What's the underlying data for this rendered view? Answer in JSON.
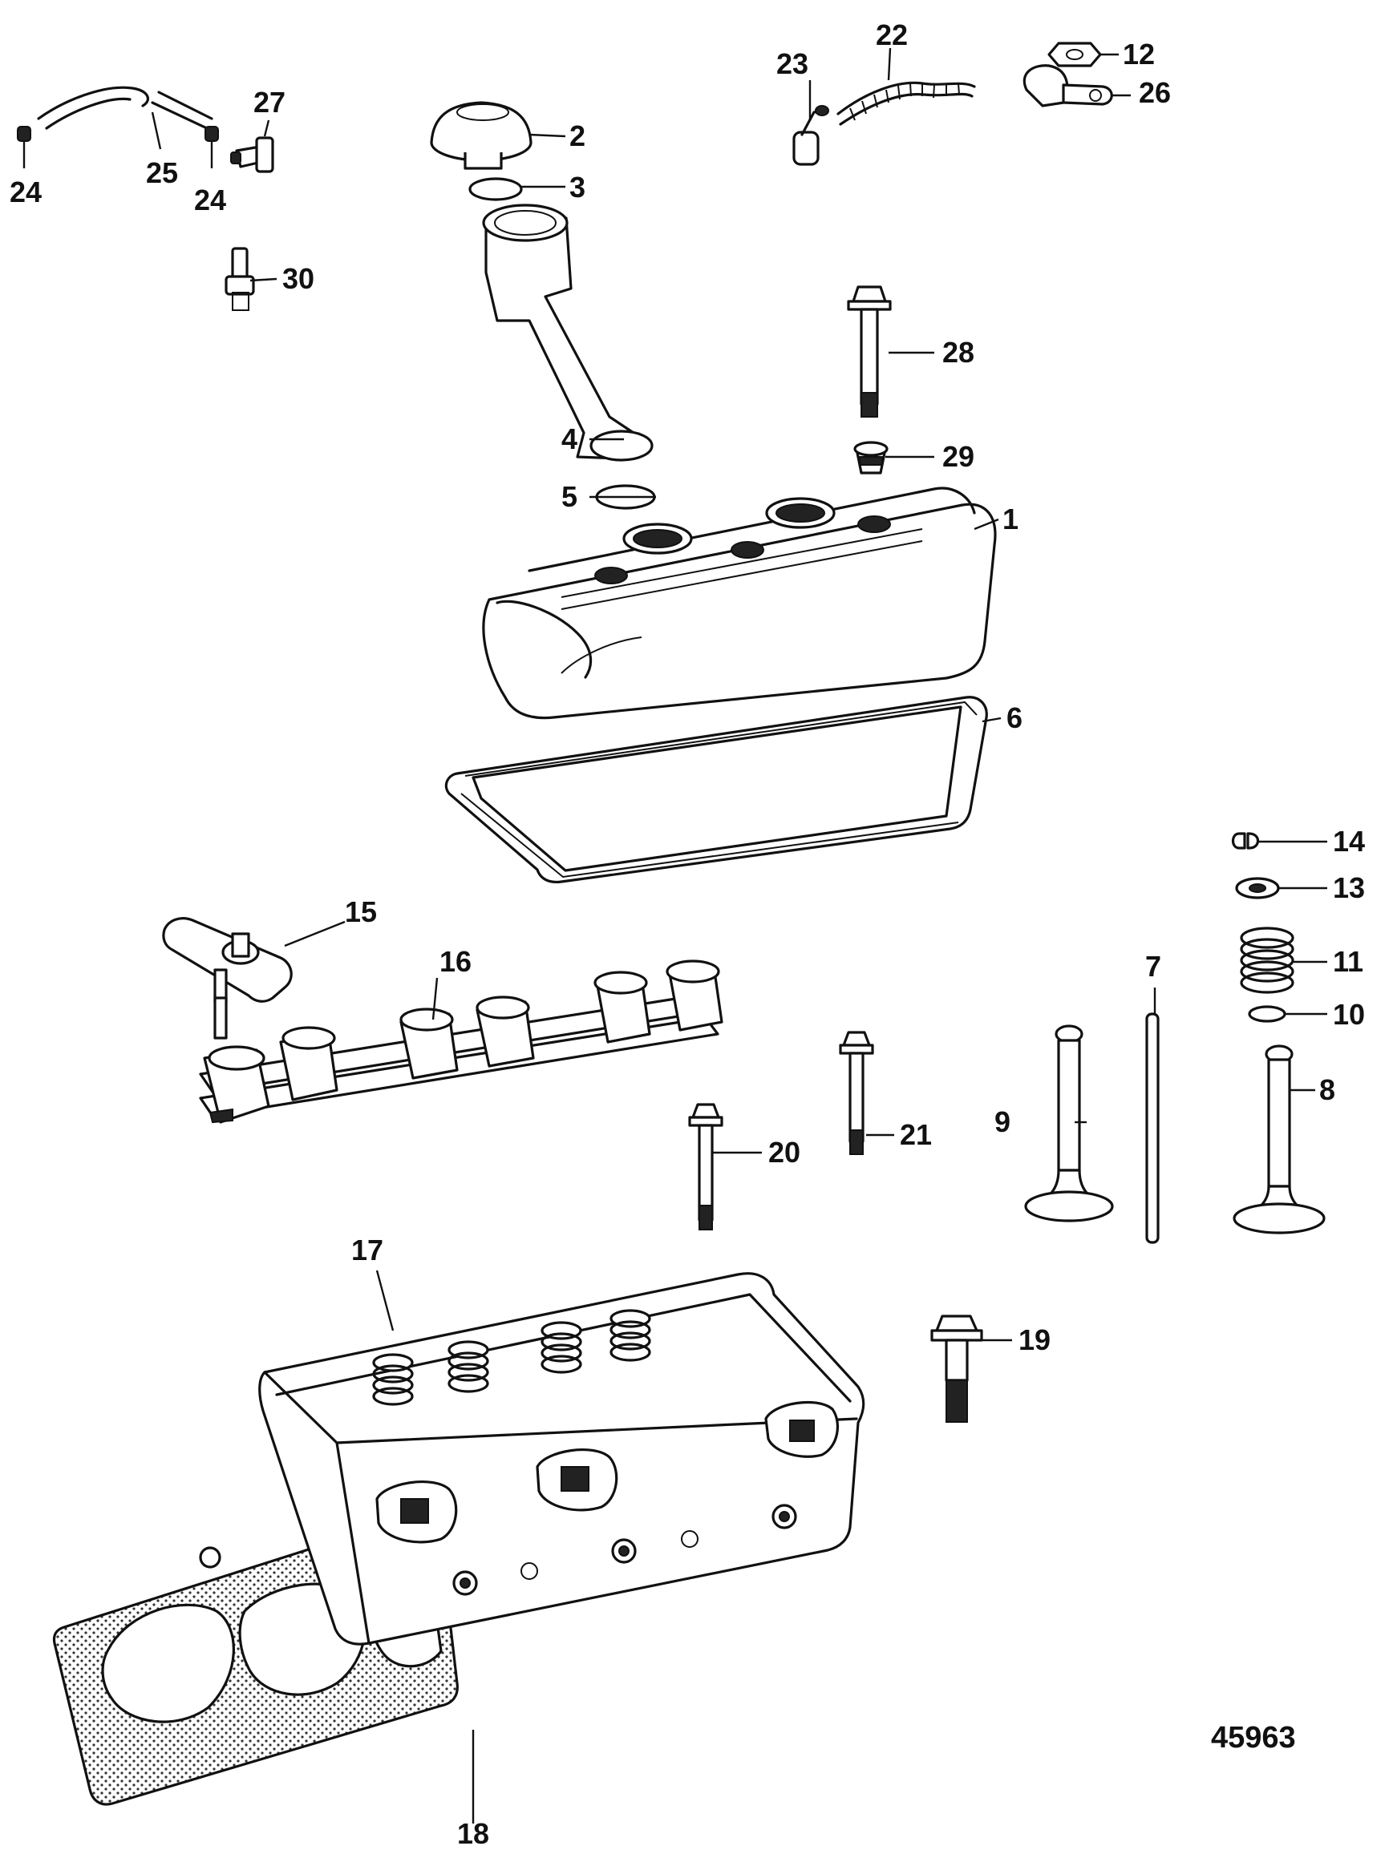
{
  "figure_ref": "45963",
  "callouts": {
    "c1": "1",
    "c2": "2",
    "c3": "3",
    "c4": "4",
    "c5": "5",
    "c6": "6",
    "c7": "7",
    "c8": "8",
    "c9": "9",
    "c10": "10",
    "c11": "11",
    "c12": "12",
    "c13": "13",
    "c14": "14",
    "c15": "15",
    "c16": "16",
    "c17": "17",
    "c18": "18",
    "c19": "19",
    "c20": "20",
    "c21": "21",
    "c22": "22",
    "c23": "23",
    "c24a": "24",
    "c24b": "24",
    "c25": "25",
    "c26": "26",
    "c27": "27",
    "c28": "28",
    "c29": "29",
    "c30": "30"
  }
}
